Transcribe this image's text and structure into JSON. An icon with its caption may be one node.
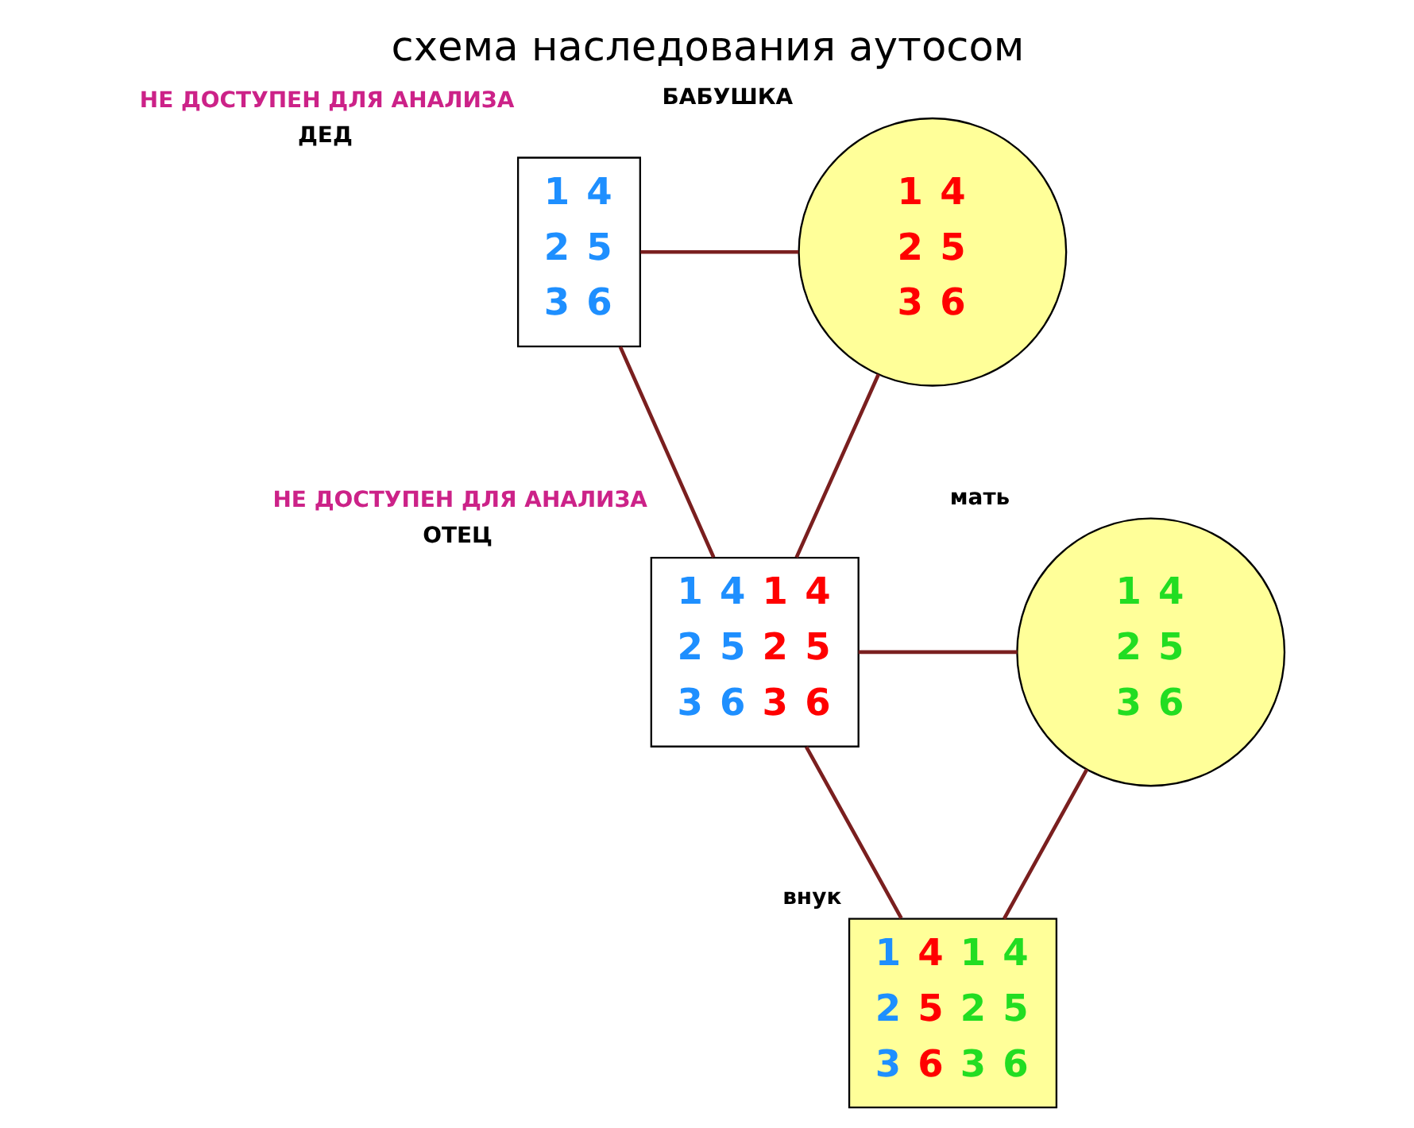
{
  "diagram": {
    "title": "схема наследования аутосом",
    "nodes": [
      {
        "text": [
          "1",
          "2",
          "3",
          "4",
          "5",
          "6"
        ],
        "beside": [
          "НЕ ДОСТУПЕН ДЛЯ АНАЛИЗА",
          "ДЕД"
        ]
      },
      {
        "text": [
          "1",
          "2",
          "3",
          "4",
          "5",
          "6"
        ],
        "beside": [
          "БАБУШКА"
        ]
      },
      {
        "text": [
          "1",
          "2",
          "3",
          "4",
          "5",
          "6",
          "1",
          "2",
          "3",
          "4",
          "5",
          "6"
        ],
        "beside": [
          "НЕ ДОСТУПЕН ДЛЯ АНАЛИЗА",
          "ОТЕЦ"
        ]
      },
      {
        "text": [
          "1",
          "2",
          "3",
          "4",
          "5",
          "6"
        ],
        "beside": [
          "мать"
        ]
      },
      {
        "text": [
          "1",
          "2",
          "3",
          "4",
          "5",
          "6",
          "1",
          "2",
          "3",
          "4",
          "5",
          "6"
        ],
        "beside": [
          "внук"
        ]
      }
    ],
    "edges": [
      {
        "from": 0,
        "to": 1,
        "arrow": "none"
      },
      {
        "from": 0,
        "to": 2,
        "arrow": "none"
      },
      {
        "from": 1,
        "to": 2,
        "arrow": "none"
      },
      {
        "from": 2,
        "to": 3,
        "arrow": "none"
      },
      {
        "from": 2,
        "to": 4,
        "arrow": "none"
      },
      {
        "from": 3,
        "to": 4,
        "arrow": "none"
      }
    ]
  }
}
